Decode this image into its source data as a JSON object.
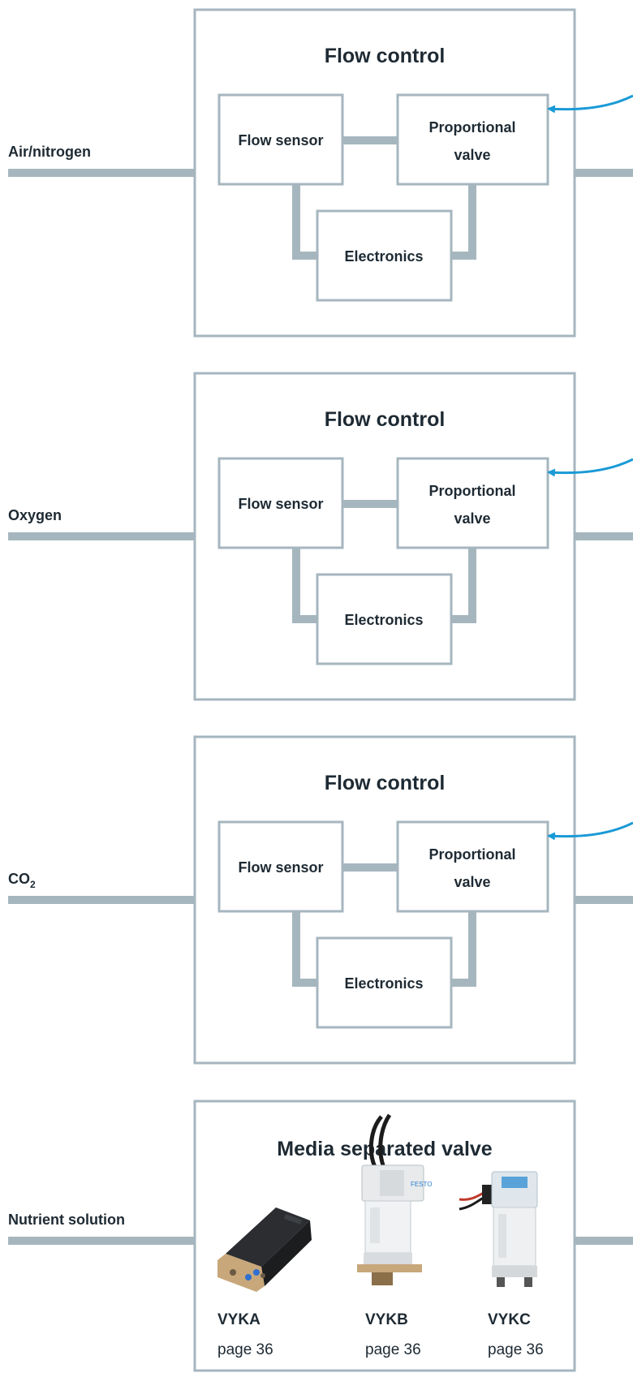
{
  "colors": {
    "line": "#a6b6bf",
    "text": "#1e2a33",
    "signal": "#1a9ad6",
    "background": "#ffffff"
  },
  "modules": [
    {
      "input_label": "Air/nitrogen",
      "input_label_sub": "",
      "title": "Flow control",
      "sensor_label": "Flow sensor",
      "valve_label_line1": "Proportional",
      "valve_label_line2": "valve",
      "electronics_label": "Electronics"
    },
    {
      "input_label": "Oxygen",
      "input_label_sub": "",
      "title": "Flow control",
      "sensor_label": "Flow sensor",
      "valve_label_line1": "Proportional",
      "valve_label_line2": "valve",
      "electronics_label": "Electronics"
    },
    {
      "input_label": "CO",
      "input_label_sub": "2",
      "title": "Flow control",
      "sensor_label": "Flow sensor",
      "valve_label_line1": "Proportional",
      "valve_label_line2": "valve",
      "electronics_label": "Electronics"
    }
  ],
  "valve_module": {
    "input_label": "Nutrient solution",
    "title": "Media separated valve",
    "products": [
      {
        "code": "VYKA",
        "page": "page 36",
        "image_icon": "vyka-valve-icon"
      },
      {
        "code": "VYKB",
        "page": "page 36",
        "image_icon": "vykb-valve-icon"
      },
      {
        "code": "VYKC",
        "page": "page 36",
        "image_icon": "vykc-valve-icon"
      }
    ]
  }
}
